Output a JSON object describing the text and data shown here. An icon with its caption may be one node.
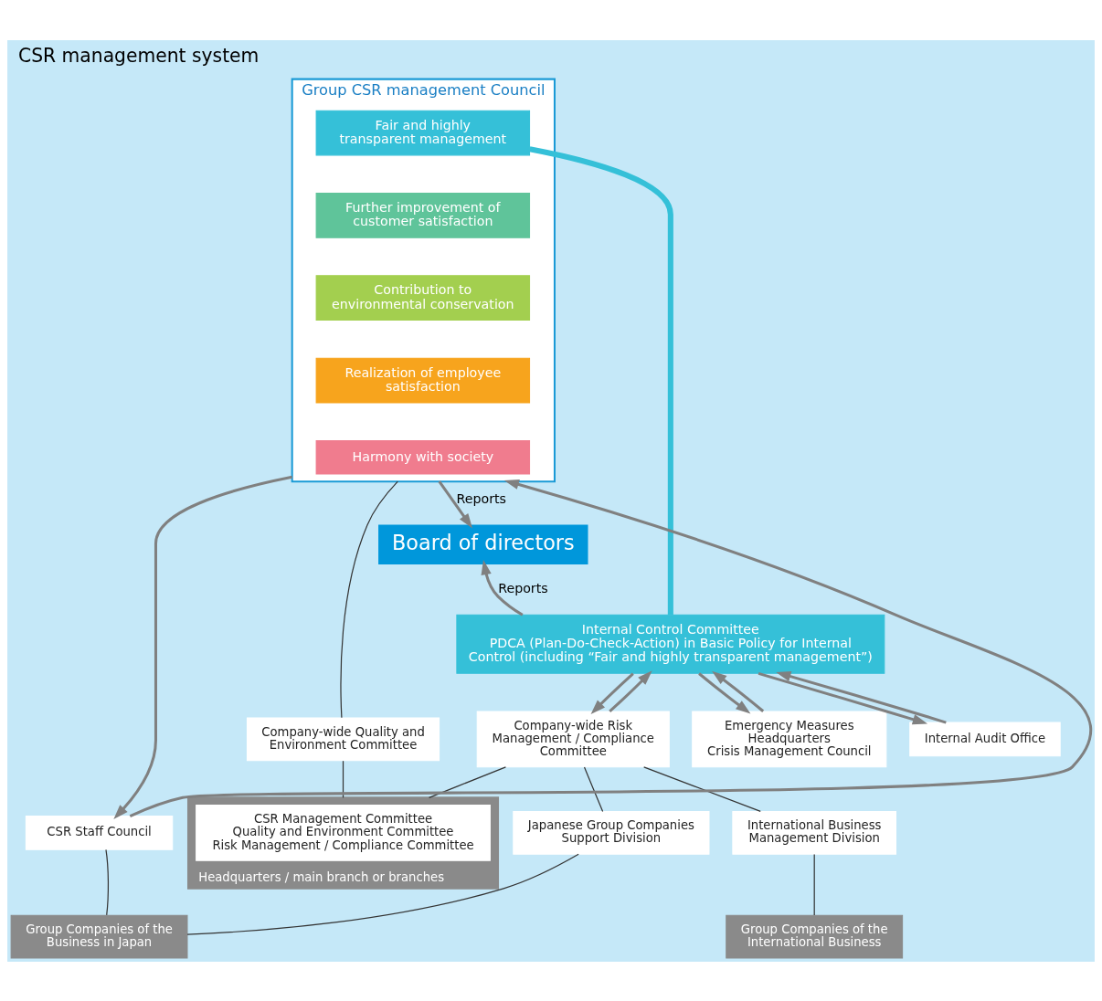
{
  "diagram": {
    "title": "CSR management system",
    "nodes": [
      {
        "text": [
          "Group CSR management Council"
        ]
      },
      {
        "text": [
          "Fair and highly transparent management"
        ],
        "in": 0
      },
      {
        "text": [
          "Further improvement of customer satisfaction"
        ],
        "in": 0
      },
      {
        "text": [
          "Contribution to environmental conservation"
        ],
        "in": 0
      },
      {
        "text": [
          "Realization of employee satisfaction"
        ],
        "in": 0
      },
      {
        "text": [
          "Harmony with society"
        ],
        "in": 0
      },
      {
        "text": [
          "Board of directors"
        ]
      },
      {
        "text": [
          "Internal Control Committee",
          "PDCA (Plan-Do-Check-Action) in Basic Policy for Internal Control (including “Fair and highly transparent management”)"
        ]
      },
      {
        "text": [
          "Company-wide Quality and Environment Committee"
        ]
      },
      {
        "text": [
          "Company-wide Risk Management / Compliance Committee"
        ]
      },
      {
        "text": [
          "Emergency Measures Headquarters",
          "Crisis Management Council"
        ]
      },
      {
        "text": [
          "Internal Audit Office"
        ]
      },
      {
        "text": [
          "CSR Staff Council"
        ]
      },
      {
        "text": [
          "Headquarters / main branch or branches"
        ]
      },
      {
        "text": [
          "CSR Management Committee",
          "Quality and Environment Committee",
          "Risk Management / Compliance Committee"
        ],
        "in": 13
      },
      {
        "text": [
          "Japanese Group Companies Support Division"
        ]
      },
      {
        "text": [
          "International Business Management Division"
        ]
      },
      {
        "text": [
          "Group Companies of the Business in Japan"
        ]
      },
      {
        "text": [
          "Group Companies of the International Business"
        ]
      }
    ],
    "edges": [
      {
        "from": 0,
        "to": 6,
        "arrow": "to",
        "label": "Reports"
      },
      {
        "from": 7,
        "to": 6,
        "arrow": "to",
        "label": "Reports"
      },
      {
        "from": 1,
        "to": 7,
        "arrow": "none",
        "style": "thick",
        "color": "#35c0d8"
      },
      {
        "from": 7,
        "to": 9,
        "arrow": "to"
      },
      {
        "from": 9,
        "to": 7,
        "arrow": "to"
      },
      {
        "from": 7,
        "to": 10,
        "arrow": "to"
      },
      {
        "from": 10,
        "to": 7,
        "arrow": "to"
      },
      {
        "from": 7,
        "to": 11,
        "arrow": "to"
      },
      {
        "from": 11,
        "to": 7,
        "arrow": "to"
      },
      {
        "from": 0,
        "to": 12,
        "arrow": "to"
      },
      {
        "from": 12,
        "to": 0,
        "arrow": "to"
      },
      {
        "from": 0,
        "to": 8,
        "arrow": "none",
        "color": "#333333"
      },
      {
        "from": 8,
        "to": 13,
        "arrow": "none",
        "color": "#333333"
      },
      {
        "from": 9,
        "to": 13,
        "arrow": "none",
        "color": "#333333"
      },
      {
        "from": 9,
        "to": 15,
        "arrow": "none",
        "color": "#333333"
      },
      {
        "from": 9,
        "to": 16,
        "arrow": "none",
        "color": "#333333"
      },
      {
        "from": 15,
        "to": 17,
        "arrow": "none",
        "color": "#333333"
      },
      {
        "from": 16,
        "to": 18,
        "arrow": "none",
        "color": "#333333"
      },
      {
        "from": 12,
        "to": 17,
        "arrow": "none",
        "color": "#333333"
      }
    ]
  }
}
